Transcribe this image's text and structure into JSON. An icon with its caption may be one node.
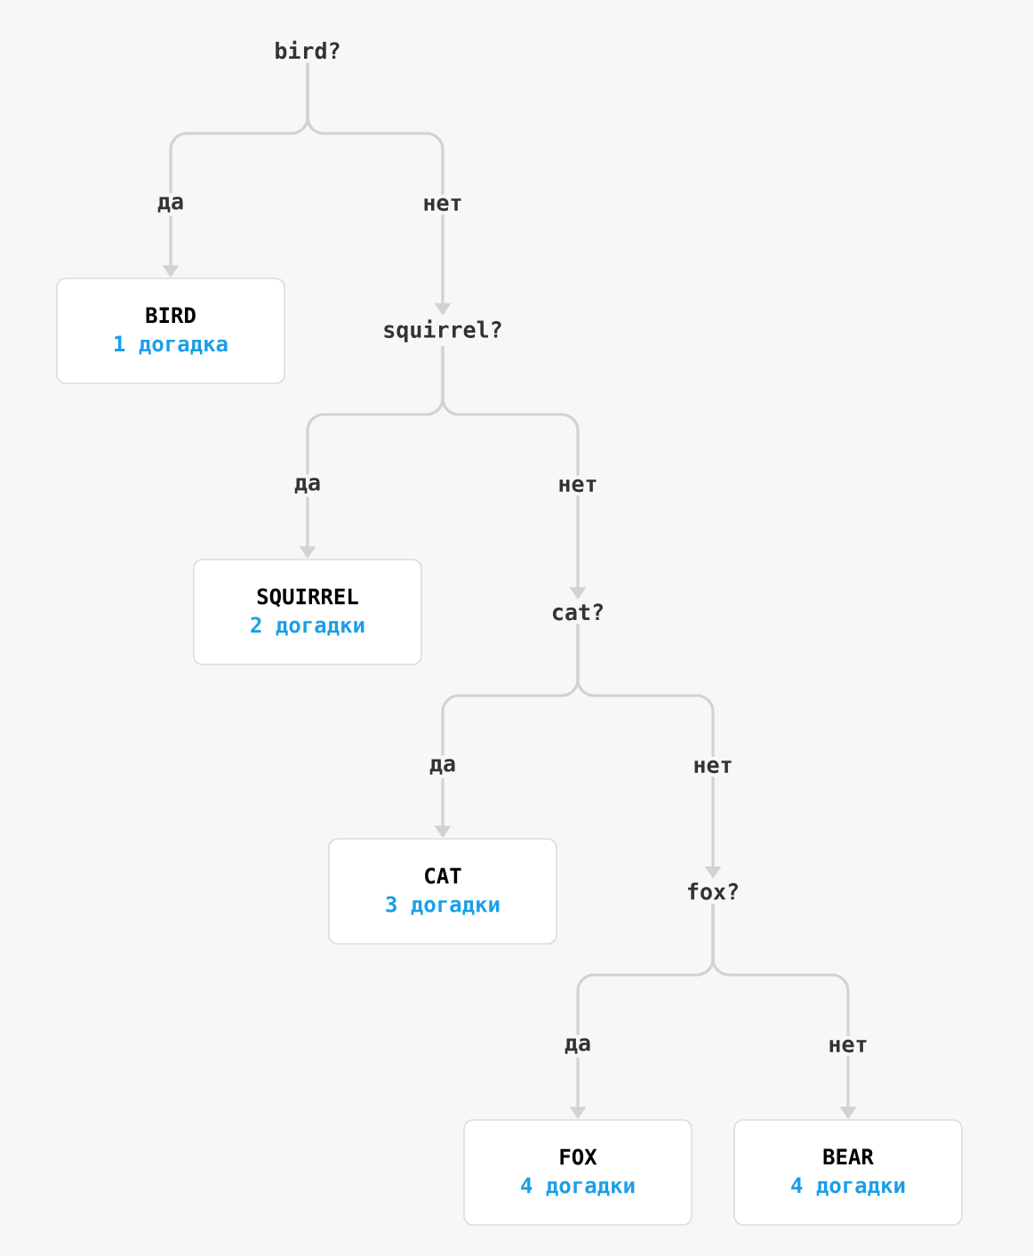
{
  "diagram": {
    "nodes": [
      {
        "text": [
          "bird?"
        ]
      },
      {
        "text": [
          "BIRD",
          "1 догадка"
        ]
      },
      {
        "text": [
          "squirrel?"
        ]
      },
      {
        "text": [
          "SQUIRREL",
          "2 догадки"
        ]
      },
      {
        "text": [
          "cat?"
        ]
      },
      {
        "text": [
          "CAT",
          "3 догадки"
        ]
      },
      {
        "text": [
          "fox?"
        ]
      },
      {
        "text": [
          "FOX",
          "4 догадки"
        ]
      },
      {
        "text": [
          "BEAR",
          "4 догадки"
        ]
      }
    ],
    "edges": [
      {
        "from": 0,
        "to": 1,
        "arrow": "to",
        "label": "да"
      },
      {
        "from": 0,
        "to": 2,
        "arrow": "to",
        "label": "нет"
      },
      {
        "from": 2,
        "to": 3,
        "arrow": "to",
        "label": "да"
      },
      {
        "from": 2,
        "to": 4,
        "arrow": "to",
        "label": "нет"
      },
      {
        "from": 4,
        "to": 5,
        "arrow": "to",
        "label": "да"
      },
      {
        "from": 4,
        "to": 6,
        "arrow": "to",
        "label": "нет"
      },
      {
        "from": 6,
        "to": 7,
        "arrow": "to",
        "label": "да"
      },
      {
        "from": 6,
        "to": 8,
        "arrow": "to",
        "label": "нет"
      }
    ]
  }
}
